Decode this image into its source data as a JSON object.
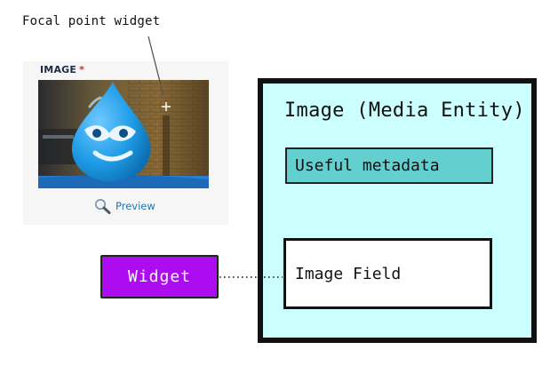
{
  "diagram": {
    "callout_label": "Focal point widget",
    "field_panel": {
      "label": "IMAGE",
      "required_mark": "*",
      "preview_label": "Preview",
      "icons": [
        "magnifier-icon",
        "crosshair-icon"
      ]
    },
    "widget": {
      "label": "Widget",
      "color": "#ae0cf0"
    },
    "media_entity": {
      "title": "Image (Media Entity)",
      "background": "#ccffff",
      "metadata_label": "Useful metadata",
      "metadata_color": "#63cfcf",
      "image_field_label": "Image Field"
    }
  }
}
